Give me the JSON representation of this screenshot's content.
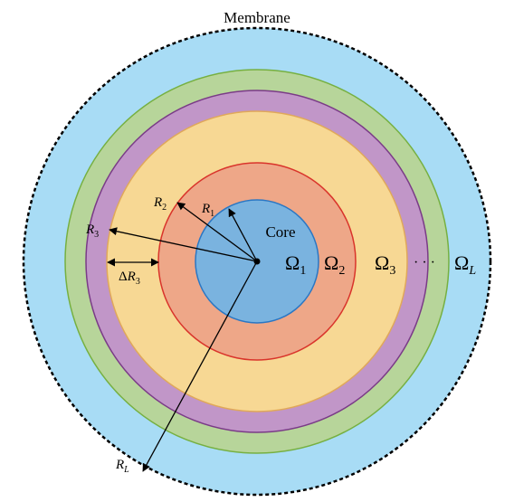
{
  "labels": {
    "membrane": "Membrane",
    "core": "Core",
    "ellipsis": "· · ·",
    "omega": "Ω",
    "delta": "Δ",
    "r": "R",
    "sub1": "1",
    "sub2": "2",
    "sub3": "3",
    "subL": "L"
  },
  "colors": {
    "outer_fill": "#a8dcf5",
    "green_fill": "#b7d59a",
    "green_stroke": "#76b041",
    "purple_fill": "#c196c8",
    "purple_stroke": "#7a3b87",
    "yellow_fill": "#f7d894",
    "yellow_stroke": "#e0a85a",
    "orange_fill": "#eea788",
    "orange_stroke": "#d9342b",
    "core_fill": "#7ab3df",
    "core_stroke": "#2a77c4",
    "membrane_stroke": "#000000"
  }
}
